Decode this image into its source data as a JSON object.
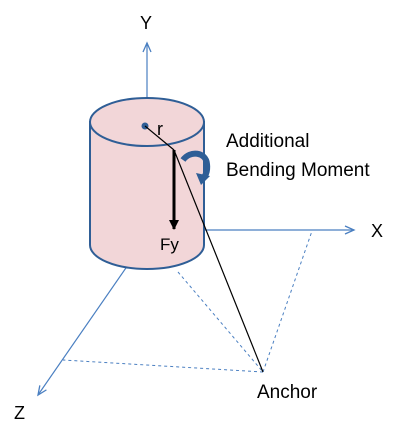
{
  "axes": {
    "y_label": "Y",
    "x_label": "X",
    "z_label": "Z"
  },
  "labels": {
    "radius": "r",
    "force": "Fy",
    "moment_line1": "Additional",
    "moment_line2": "Bending Moment",
    "anchor": "Anchor"
  },
  "colors": {
    "axis": "#4a7fc1",
    "projection": "#4a7fc1",
    "cylinder_fill": "#f2d6d8",
    "cylinder_stroke": "#2f5e96",
    "moment_arrow": "#2f5e96",
    "lines": "#000000"
  },
  "icons": {
    "moment": "curved-arrow-icon"
  }
}
